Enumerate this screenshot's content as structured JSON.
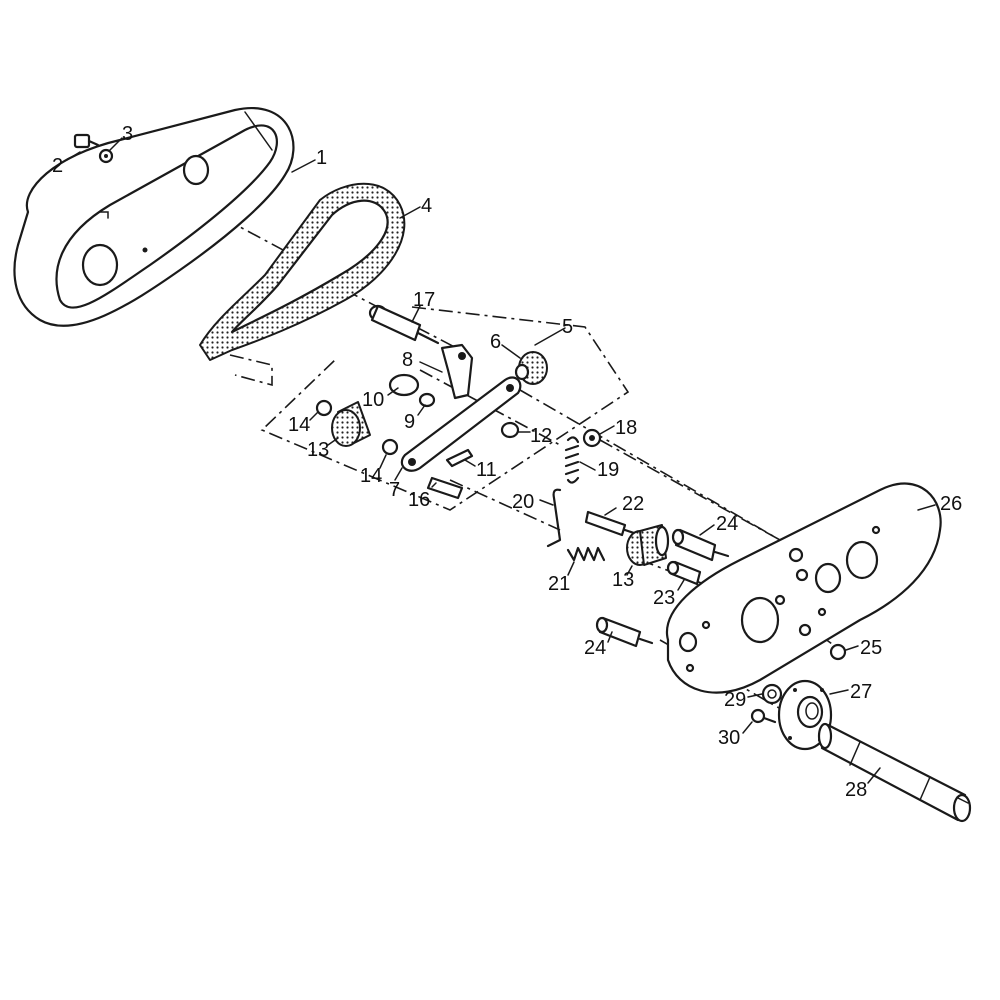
{
  "labels": {
    "p1": "1",
    "p2": "2",
    "p3": "3",
    "p4": "4",
    "p5": "5",
    "p6": "6",
    "p7": "7",
    "p8": "8",
    "p9": "9",
    "p10": "10",
    "p11": "11",
    "p12": "12",
    "p13a": "13",
    "p13b": "13",
    "p14a": "14",
    "p14b": "14",
    "p16": "16",
    "p17": "17",
    "p18": "18",
    "p19": "19",
    "p20": "20",
    "p21": "21",
    "p22": "22",
    "p23": "23",
    "p24a": "24",
    "p24b": "24",
    "p25": "25",
    "p26": "26",
    "p27": "27",
    "p28": "28",
    "p29": "29",
    "p30": "30"
  }
}
